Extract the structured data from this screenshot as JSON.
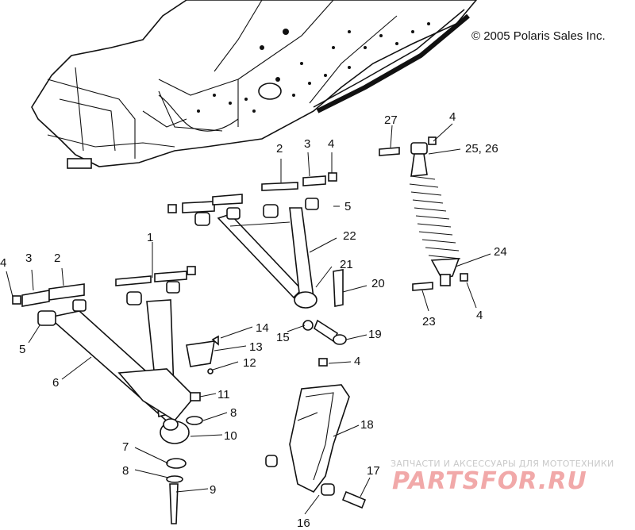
{
  "copyright": "© 2005 Polaris Sales Inc.",
  "watermark": {
    "tagline": "ЗАПЧАСТИ И АКСЕССУАРЫ ДЛЯ МОТОТЕХНИКИ",
    "brand": "PARTSFOR.RU"
  },
  "callouts": {
    "c1": "1",
    "c2a": "2",
    "c2b": "2",
    "c3a": "3",
    "c3b": "3",
    "c4a": "4",
    "c4b": "4",
    "c4c": "4",
    "c4d": "4",
    "c4e": "4",
    "c5a": "5",
    "c5b": "5",
    "c6": "6",
    "c7": "7",
    "c8a": "8",
    "c8b": "8",
    "c9": "9",
    "c10": "10",
    "c11": "11",
    "c12": "12",
    "c13": "13",
    "c14": "14",
    "c15": "15",
    "c16": "16",
    "c17": "17",
    "c18": "18",
    "c19": "19",
    "c20": "20",
    "c21": "21",
    "c22": "22",
    "c23": "23",
    "c24": "24",
    "c2526": "25, 26",
    "c27": "27"
  }
}
